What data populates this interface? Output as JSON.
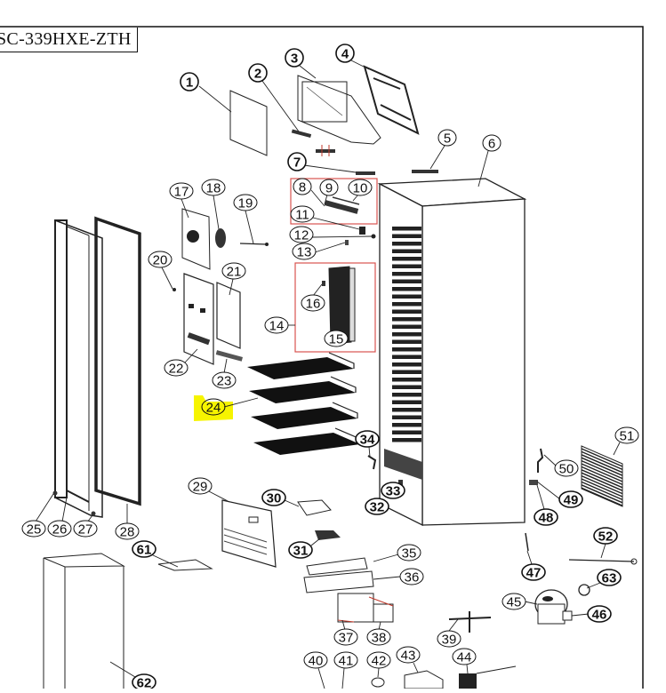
{
  "diagram": {
    "title": "SC-339HXE-ZTH",
    "type": "exploded parts diagram",
    "highlighted_callout": "24",
    "highlight_color": "#f6f400",
    "group_box_color": "#d9534f",
    "callouts": [
      {
        "id": "1",
        "label": "1",
        "bold": true
      },
      {
        "id": "2",
        "label": "2",
        "bold": true
      },
      {
        "id": "3",
        "label": "3",
        "bold": true
      },
      {
        "id": "4",
        "label": "4",
        "bold": true
      },
      {
        "id": "5",
        "label": "5",
        "bold": false
      },
      {
        "id": "6",
        "label": "6",
        "bold": false
      },
      {
        "id": "7",
        "label": "7",
        "bold": true
      },
      {
        "id": "8",
        "label": "8",
        "bold": false
      },
      {
        "id": "9",
        "label": "9",
        "bold": false
      },
      {
        "id": "10",
        "label": "10",
        "bold": false
      },
      {
        "id": "11",
        "label": "11",
        "bold": false
      },
      {
        "id": "12",
        "label": "12",
        "bold": false
      },
      {
        "id": "13",
        "label": "13",
        "bold": false
      },
      {
        "id": "14",
        "label": "14",
        "bold": false
      },
      {
        "id": "15",
        "label": "15",
        "bold": false
      },
      {
        "id": "16",
        "label": "16",
        "bold": false
      },
      {
        "id": "17",
        "label": "17",
        "bold": false
      },
      {
        "id": "18",
        "label": "18",
        "bold": false
      },
      {
        "id": "19",
        "label": "19",
        "bold": false
      },
      {
        "id": "20",
        "label": "20",
        "bold": false
      },
      {
        "id": "21",
        "label": "21",
        "bold": false
      },
      {
        "id": "22",
        "label": "22",
        "bold": false
      },
      {
        "id": "23",
        "label": "23",
        "bold": false
      },
      {
        "id": "24",
        "label": "24",
        "bold": false
      },
      {
        "id": "25",
        "label": "25",
        "bold": false
      },
      {
        "id": "26",
        "label": "26",
        "bold": false
      },
      {
        "id": "27",
        "label": "27",
        "bold": false
      },
      {
        "id": "28",
        "label": "28",
        "bold": false
      },
      {
        "id": "29",
        "label": "29",
        "bold": false
      },
      {
        "id": "30",
        "label": "30",
        "bold": true
      },
      {
        "id": "31",
        "label": "31",
        "bold": true
      },
      {
        "id": "32",
        "label": "32",
        "bold": true
      },
      {
        "id": "33",
        "label": "33",
        "bold": true
      },
      {
        "id": "34",
        "label": "34",
        "bold": true
      },
      {
        "id": "35",
        "label": "35",
        "bold": false
      },
      {
        "id": "36",
        "label": "36",
        "bold": false
      },
      {
        "id": "37",
        "label": "37",
        "bold": false
      },
      {
        "id": "38",
        "label": "38",
        "bold": false
      },
      {
        "id": "39",
        "label": "39",
        "bold": false
      },
      {
        "id": "40",
        "label": "40",
        "bold": false
      },
      {
        "id": "41",
        "label": "41",
        "bold": false
      },
      {
        "id": "42",
        "label": "42",
        "bold": false
      },
      {
        "id": "43",
        "label": "43",
        "bold": false
      },
      {
        "id": "44",
        "label": "44",
        "bold": false
      },
      {
        "id": "45",
        "label": "45",
        "bold": false
      },
      {
        "id": "46",
        "label": "46",
        "bold": true
      },
      {
        "id": "47",
        "label": "47",
        "bold": true
      },
      {
        "id": "48",
        "label": "48",
        "bold": true
      },
      {
        "id": "49",
        "label": "49",
        "bold": true
      },
      {
        "id": "50",
        "label": "50",
        "bold": false
      },
      {
        "id": "51",
        "label": "51",
        "bold": false
      },
      {
        "id": "52",
        "label": "52",
        "bold": true
      },
      {
        "id": "61",
        "label": "61",
        "bold": true
      },
      {
        "id": "62",
        "label": "62",
        "bold": true
      },
      {
        "id": "63",
        "label": "63",
        "bold": true
      }
    ]
  }
}
